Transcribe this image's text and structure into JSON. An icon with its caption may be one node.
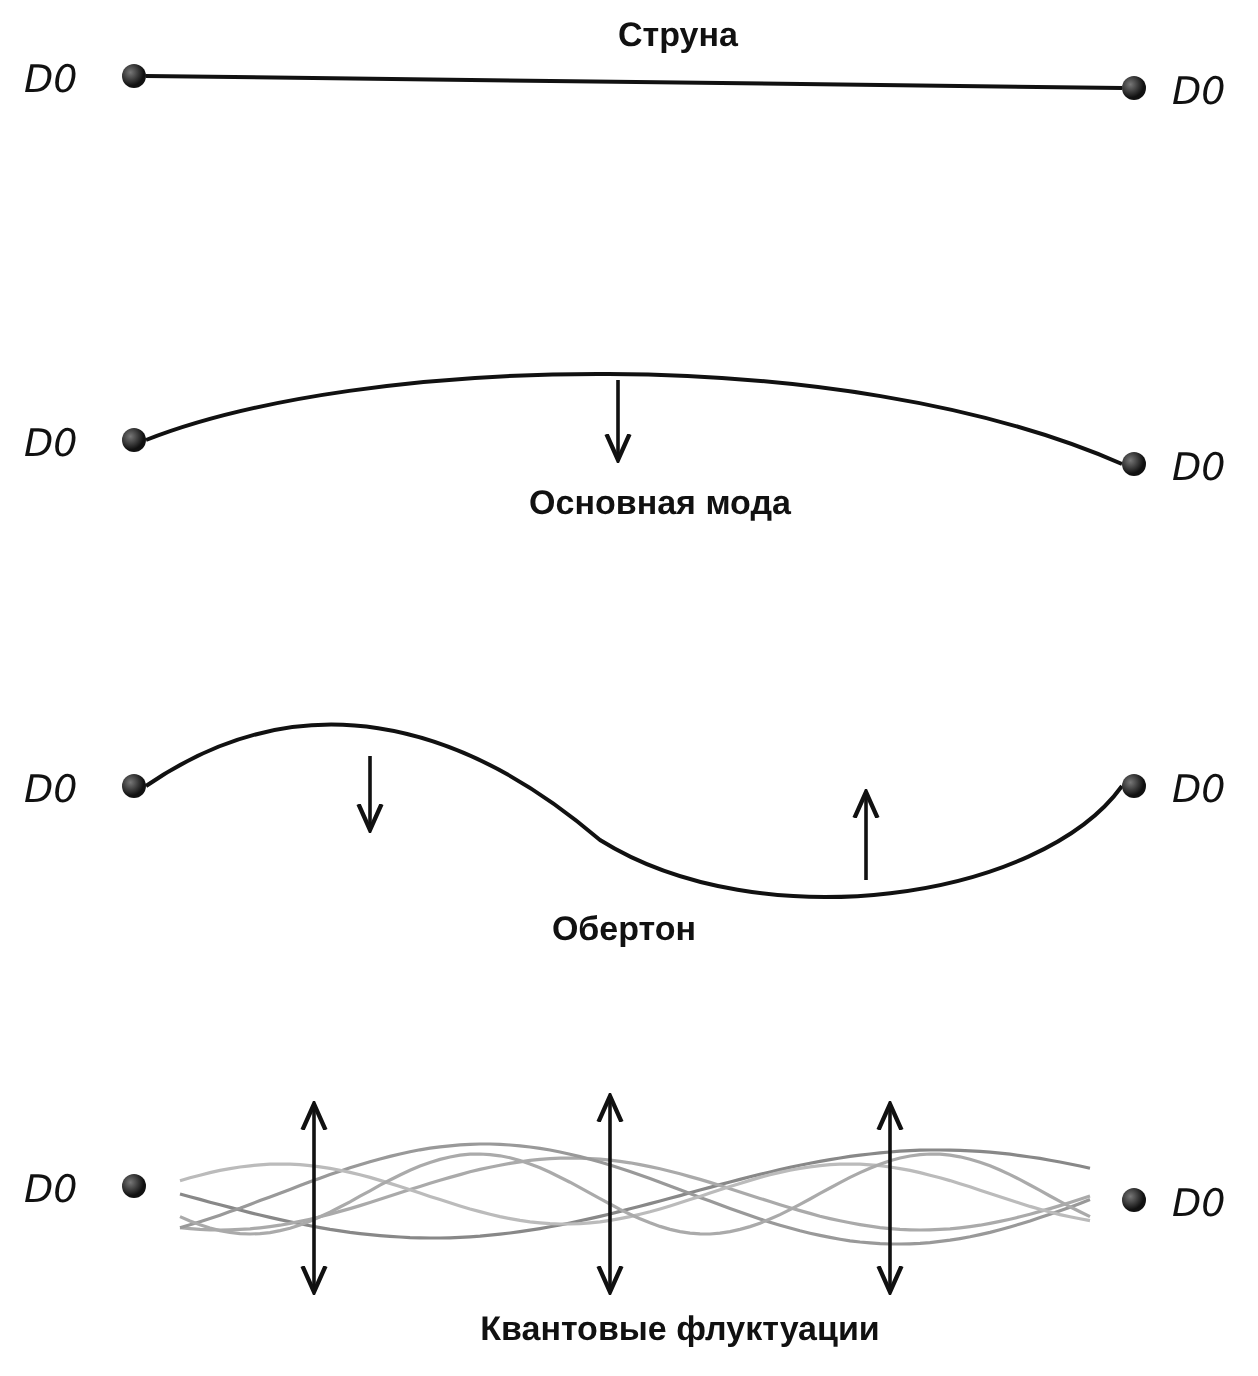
{
  "diagram": {
    "nodes": [
      {
        "text": [],
        "shape": "circle",
        "beside": [
          "D0"
        ]
      },
      {
        "text": [],
        "shape": "circle",
        "beside": [
          "D0"
        ]
      },
      {
        "text": [],
        "shape": "circle",
        "beside": [
          "D0"
        ]
      },
      {
        "text": [],
        "shape": "circle",
        "beside": [
          "D0"
        ]
      },
      {
        "text": [],
        "shape": "circle",
        "beside": [
          "D0"
        ]
      },
      {
        "text": [],
        "shape": "circle",
        "beside": [
          "D0"
        ]
      },
      {
        "text": [],
        "shape": "circle",
        "beside": [
          "D0"
        ]
      },
      {
        "text": [],
        "shape": "circle",
        "beside": [
          "D0"
        ]
      }
    ],
    "edges": [
      {
        "from": 0,
        "to": 1,
        "arrow": "none"
      },
      {
        "from": 2,
        "to": 3,
        "arrow": "none"
      },
      {
        "from": 4,
        "to": 5,
        "arrow": "none"
      }
    ],
    "labels": [
      "Струна",
      "Основная мода",
      "Обертон",
      "Квантовые флуктуации"
    ]
  }
}
